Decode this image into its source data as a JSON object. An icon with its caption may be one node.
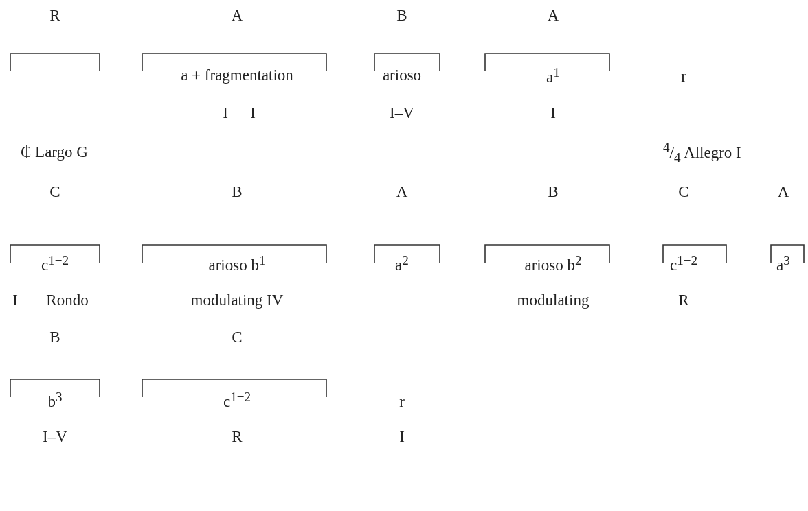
{
  "diagram": {
    "labels": [
      "R",
      "A",
      "B",
      "A",
      "a + fragmentation",
      "arioso",
      "a$^{1}$",
      "r",
      "I",
      "I",
      "I–V",
      "I",
      "₵ Largo G",
      "$^{4}$/$_{4}$ Allegro I",
      "C",
      "B",
      "A",
      "B",
      "C",
      "A",
      "c$^{1−2}$",
      "arioso b$^{1}$",
      "a$^{2}$",
      "arioso b$^{2}$",
      "c$^{1−2}$",
      "a$^{3}$",
      "I",
      "Rondo",
      "modulating IV",
      "modulating",
      "R",
      "B",
      "C",
      "b$^{3}$",
      "c$^{1−2}$",
      "r",
      "I–V",
      "R",
      "I"
    ]
  }
}
